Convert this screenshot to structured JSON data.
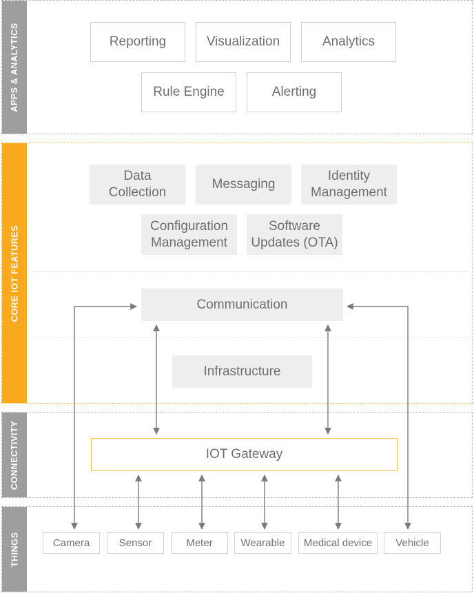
{
  "layers": {
    "apps": {
      "label": "APPS & ANALYTICS",
      "items": [
        "Reporting",
        "Visualization",
        "Analytics",
        "Rule Engine",
        "Alerting"
      ]
    },
    "core": {
      "label": "CORE IOT FEATURES",
      "features": [
        "Data\nCollection",
        "Messaging",
        "Identity\nManagement",
        "Configuration\nManagement",
        "Software\nUpdates (OTA)"
      ],
      "communication": "Communication",
      "infrastructure": "Infrastructure"
    },
    "connectivity": {
      "label": "CONNECTIVITY",
      "gateway": "IOT Gateway"
    },
    "things": {
      "label": "THINGS",
      "items": [
        "Camera",
        "Sensor",
        "Meter",
        "Wearable",
        "Medical device",
        "Vehicle"
      ]
    }
  },
  "colors": {
    "accent": "#f8a91e",
    "sidebar_gray": "#9e9e9e",
    "gateway_border": "#f5c24c",
    "box_fill": "#eeeeee",
    "arrow": "#7a7a7a"
  }
}
